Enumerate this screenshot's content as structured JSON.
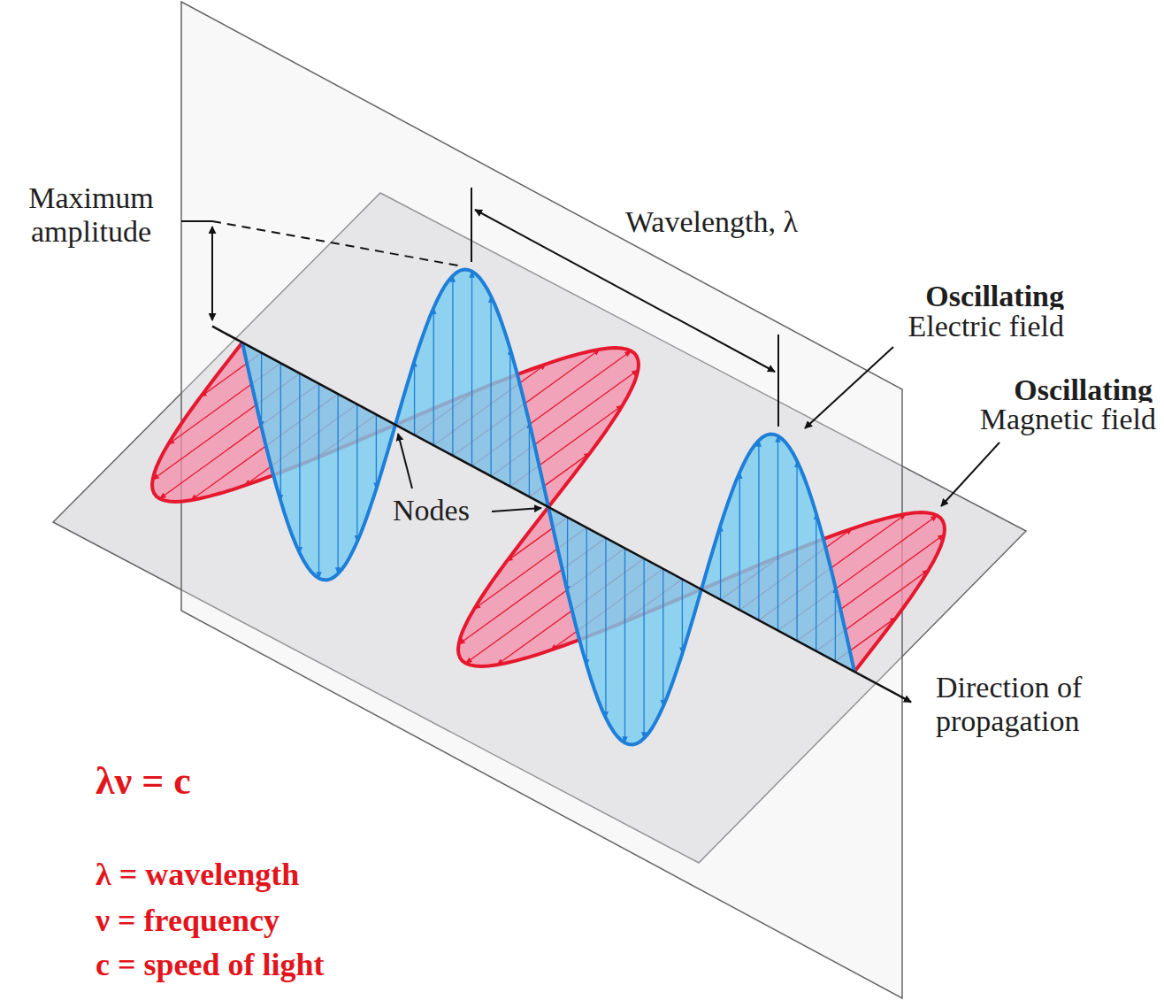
{
  "diagram": {
    "labels": [
      "Maximum amplitude",
      "Wavelength, λ",
      "Oscillating",
      "Electric field",
      "Oscillating",
      "Magnetic field",
      "Nodes",
      "Direction of propagation",
      "λν = c",
      "λ = wavelength",
      "ν = frequency",
      "c = speed of light"
    ]
  }
}
